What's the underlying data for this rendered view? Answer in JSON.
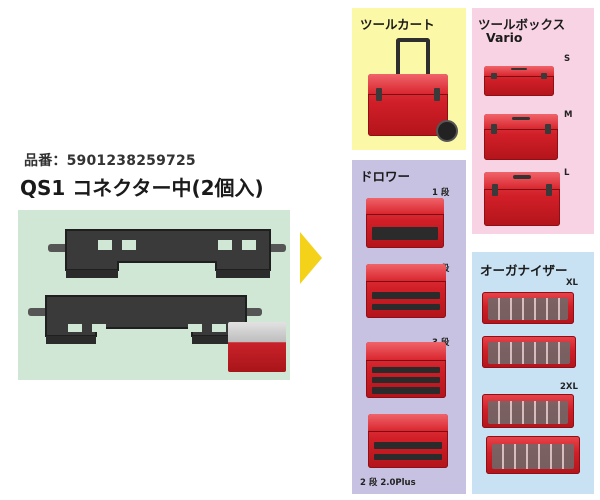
{
  "product": {
    "number_text": "品番：5901238259725",
    "name": "QS1 コネクター中(2個入)"
  },
  "categories": {
    "tool_cart": {
      "title": "ツールカート"
    },
    "tool_box": {
      "title_line1": "ツールボックス",
      "title_line2": "Vario",
      "sizes": [
        "S",
        "M",
        "L"
      ]
    },
    "drawer": {
      "title": "ドロワー",
      "labels": [
        "1 段",
        "2 段",
        "3 段",
        "2 段 2.0Plus"
      ]
    },
    "organizer": {
      "title": "オーガナイザー",
      "labels": [
        "XL",
        "2XL"
      ]
    }
  },
  "colors": {
    "cart_bg": "#fbf8a8",
    "vario_bg": "#f8d3e4",
    "drawer_bg": "#c8c2e2",
    "organizer_bg": "#c8e1f3",
    "photo_bg": "#cfe7d4",
    "arrow": "#f5d21a",
    "product_red": "#d11f28"
  },
  "icons": [
    "right-arrow-icon"
  ]
}
